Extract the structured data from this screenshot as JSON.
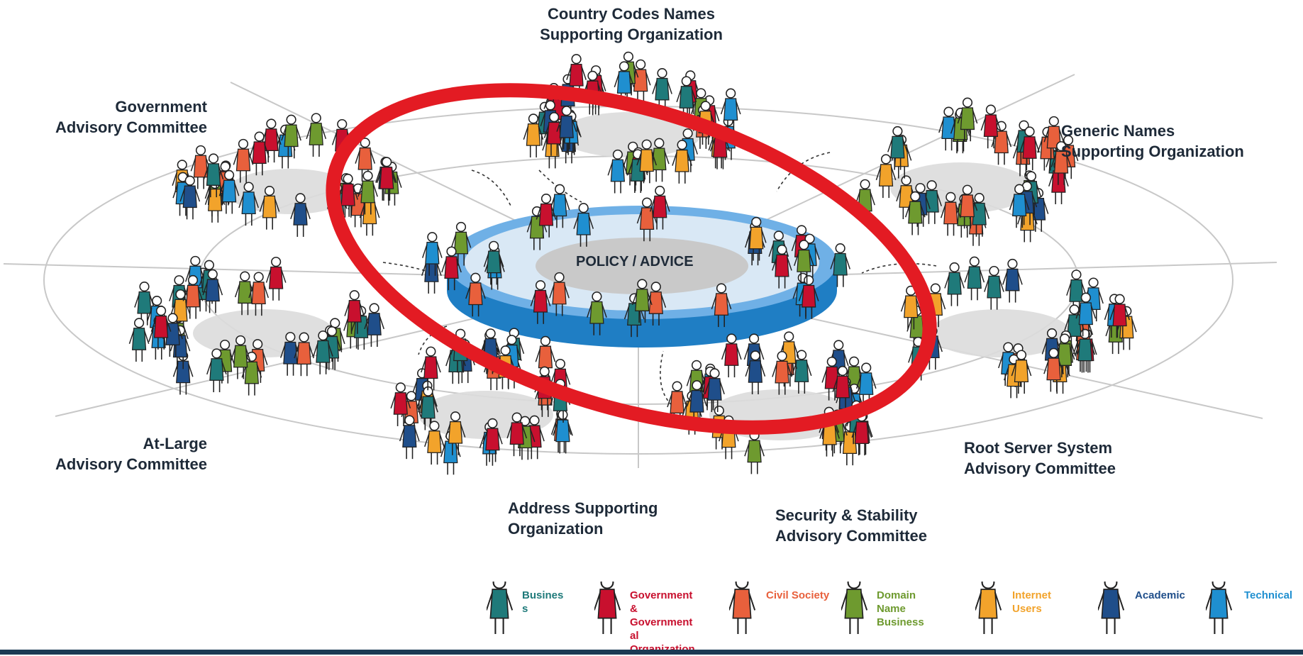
{
  "groups": {
    "ccnso": [
      "Country Codes Names",
      "Supporting Organization"
    ],
    "gac": [
      "Government",
      "Advisory Committee"
    ],
    "gnso": [
      "Generic Names",
      "Supporting Organization"
    ],
    "alac": [
      "At-Large",
      "Advisory Committee"
    ],
    "rssac": [
      "Root Server System",
      "Advisory Committee"
    ],
    "aso": [
      "Address Supporting",
      "Organization"
    ],
    "ssac": [
      "Security & Stability",
      "Advisory Committee"
    ]
  },
  "center_label": "POLICY / ADVICE",
  "colors": {
    "business": "#1f7a7a",
    "government": "#c8102e",
    "civil_society": "#e8603c",
    "domain_name_business": "#6e9a2f",
    "internet_users": "#f2a32b",
    "academic": "#1f4e8a",
    "technical": "#1f8fd0",
    "highlight_ring": "#e31b23",
    "platform": "#3a8fd6"
  },
  "legend": [
    {
      "key": "business",
      "text": "Busines\ns",
      "color": "#1f7a7a"
    },
    {
      "key": "government",
      "text": "Government\n&\nGovernment\nal\nOrganization",
      "color": "#c8102e"
    },
    {
      "key": "civil_society",
      "text": "Civil Society",
      "color": "#e8603c"
    },
    {
      "key": "domain_name_business",
      "text": "Domain\nName\nBusiness",
      "color": "#6e9a2f"
    },
    {
      "key": "internet_users",
      "text": "Internet\nUsers",
      "color": "#f2a32b"
    },
    {
      "key": "academic",
      "text": "Academic",
      "color": "#1f4e8a"
    },
    {
      "key": "technical",
      "text": "Technical",
      "color": "#1f8fd0"
    }
  ]
}
